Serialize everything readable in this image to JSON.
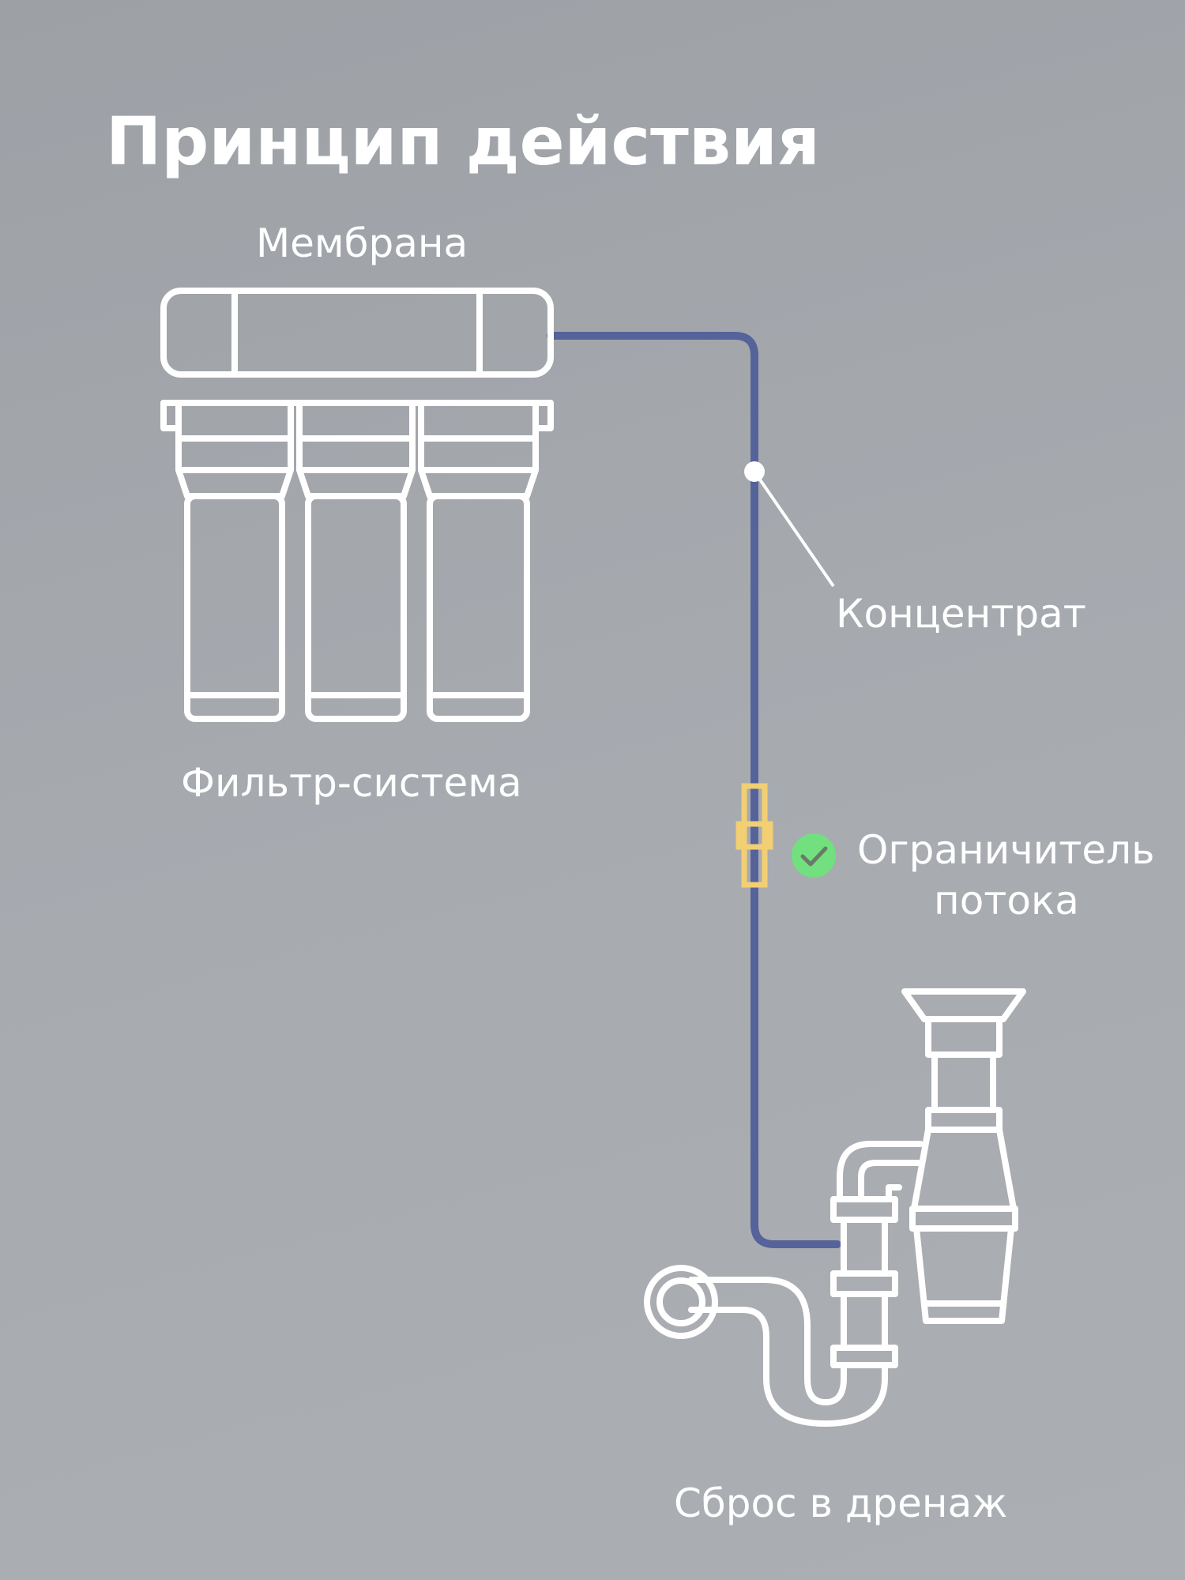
{
  "title": "Принцип действия",
  "labels": {
    "membrane": "Мембрана",
    "filter_system": "Фильтр-система",
    "concentrate": "Концентрат",
    "flow_restrictor_line1": "Ограничитель",
    "flow_restrictor_line2": "потока",
    "drain": "Сброс в дренаж"
  },
  "colors": {
    "background": "#a3a7ac",
    "line": "#ffffff",
    "hose": "#56629a",
    "restrictor": "#f2cf72",
    "check": "#72e07e"
  },
  "icons": {
    "check": "check-circle-icon"
  }
}
